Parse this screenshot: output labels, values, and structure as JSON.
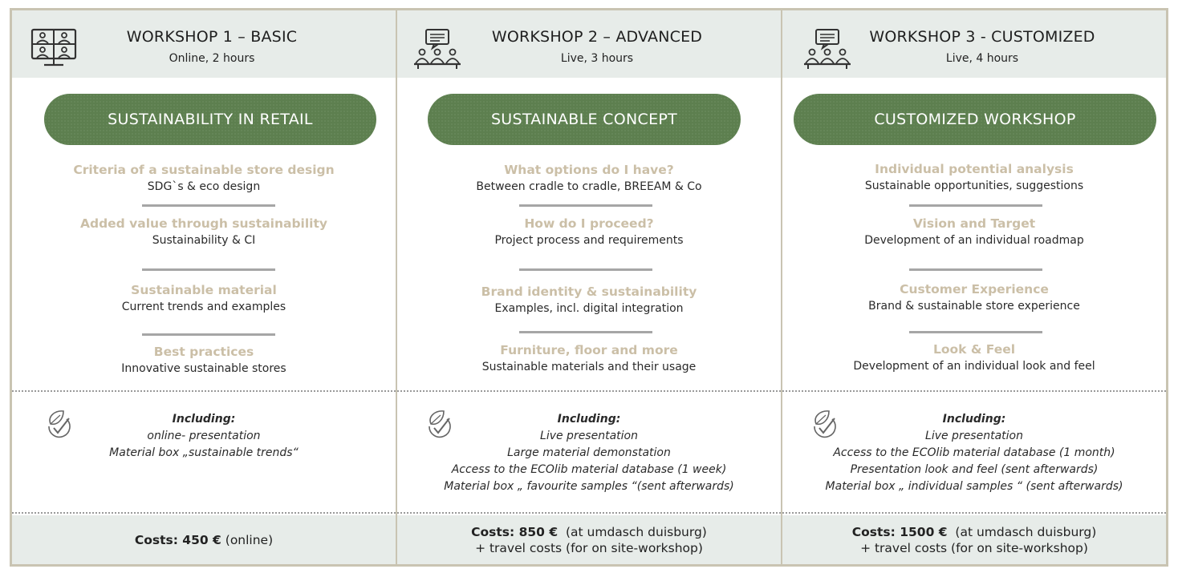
{
  "colors": {
    "header_bg": "#e7ece9",
    "pill_green": "#5d7f4f",
    "topic_beige": "#cbbfa7",
    "border": "#c9c4b2"
  },
  "workshops": [
    {
      "icon": "video-conference-icon",
      "title": "WORKSHOP 1 – BASIC",
      "subtitle": "Online, 2 hours",
      "banner": "SUSTAINABILITY IN RETAIL",
      "topics": [
        {
          "title": "Criteria of a sustainable store design",
          "desc": "SDG`s & eco design"
        },
        {
          "title": "Added value through sustainability",
          "desc": "Sustainability & CI"
        },
        {
          "title": "Sustainable material",
          "desc": "Current trends and examples"
        },
        {
          "title": "Best practices",
          "desc": "Innovative sustainable stores"
        }
      ],
      "including_label": "Including:",
      "including": [
        "online- presentation",
        "Material box „sustainable trends“"
      ],
      "cost_label": "Costs: 450 €",
      "cost_note": " (online)",
      "cost_extra": ""
    },
    {
      "icon": "meeting-icon",
      "title": "WORKSHOP 2 – ADVANCED",
      "subtitle": "Live, 3 hours",
      "banner": "SUSTAINABLE CONCEPT",
      "topics": [
        {
          "title": "What options do I have?",
          "desc": "Between cradle to cradle, BREEAM & Co"
        },
        {
          "title": "How do I proceed?",
          "desc": "Project process and requirements"
        },
        {
          "title": "Brand identity & sustainability",
          "desc": "Examples, incl. digital integration"
        },
        {
          "title": "Furniture, floor and more",
          "desc": "Sustainable materials and their usage"
        }
      ],
      "including_label": "Including:",
      "including": [
        "Live presentation",
        "Large material demonstation",
        "Access to the ECOlib material database (1 week)",
        "Material box „ favourite samples “(sent afterwards)"
      ],
      "cost_label": "Costs: 850 €",
      "cost_note": "  (at umdasch duisburg)",
      "cost_extra": "+ travel costs (for on site-workshop)"
    },
    {
      "icon": "meeting-icon",
      "title": "WORKSHOP 3 - CUSTOMIZED",
      "subtitle": "Live, 4 hours",
      "banner": "CUSTOMIZED WORKSHOP",
      "topics": [
        {
          "title": "Individual potential analysis",
          "desc": "Sustainable opportunities, suggestions"
        },
        {
          "title": "Vision and Target",
          "desc": "Development of an individual roadmap"
        },
        {
          "title": "Customer Experience",
          "desc": "Brand & sustainable store experience"
        },
        {
          "title": "Look & Feel",
          "desc": "Development of an individual look and feel"
        }
      ],
      "including_label": "Including:",
      "including": [
        "Live presentation",
        "Access to the ECOlib material database (1 month)",
        "Presentation look and feel (sent afterwards)",
        "Material box „ individual samples “ (sent afterwards)"
      ],
      "cost_label": "Costs: 1500 €",
      "cost_note": "  (at umdasch duisburg)",
      "cost_extra": "+ travel costs (for on site-workshop)"
    }
  ]
}
